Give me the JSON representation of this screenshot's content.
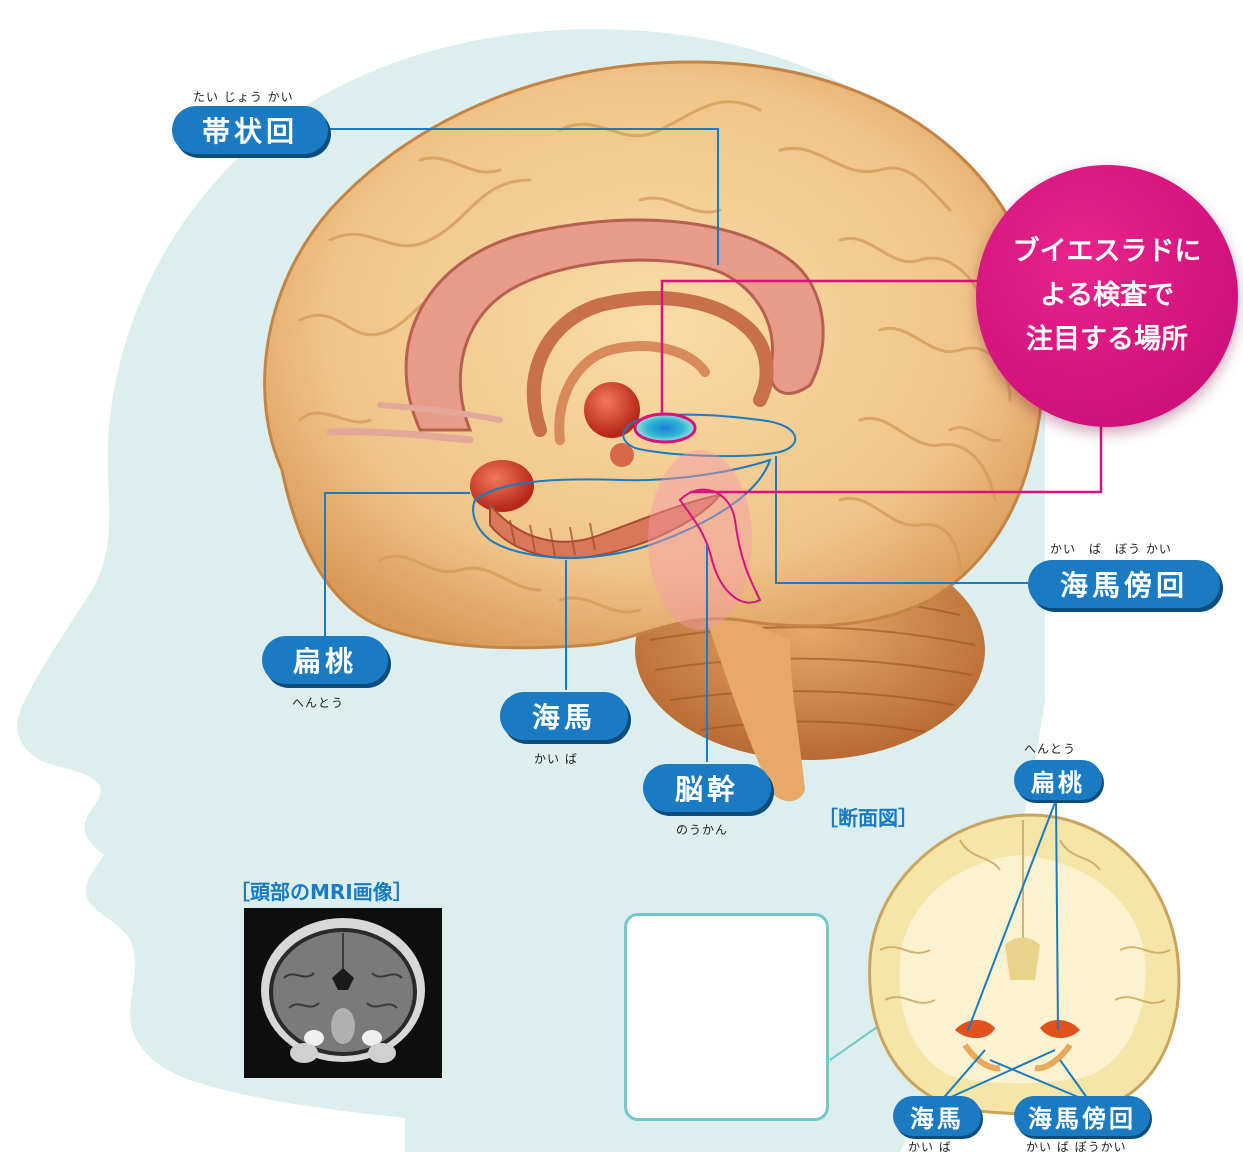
{
  "callout": {
    "lines": [
      "ブイエスラドに",
      "よる検査で",
      "注目する場所"
    ],
    "color": "#d7137e"
  },
  "labels": {
    "cingulate": {
      "name": "帯状回",
      "reading": "たい じょう かい"
    },
    "parahippocampal": {
      "name": "海馬傍回",
      "reading": "かい　ば　ぼう かい"
    },
    "amygdala": {
      "name": "扁桃",
      "reading": "へんとう"
    },
    "hippocampus": {
      "name": "海馬",
      "reading": "かい ば"
    },
    "brainstem": {
      "name": "脳幹",
      "reading": "のうかん"
    }
  },
  "section": {
    "title": "［断面図］",
    "amygdala": {
      "name": "扁桃",
      "reading": "へんとう"
    },
    "hippocampus": {
      "name": "海馬",
      "reading": "かい ば"
    },
    "parahippocampal": {
      "name": "海馬傍回",
      "reading": "かい ば ぼうかい"
    }
  },
  "mri": {
    "title": "［頭部のMRI画像］"
  },
  "colors": {
    "label_blue": "#1a7bc2",
    "leader_magenta": "#d7137e",
    "head_silhouette": "#dcefee",
    "brain": "#f2c98f"
  }
}
